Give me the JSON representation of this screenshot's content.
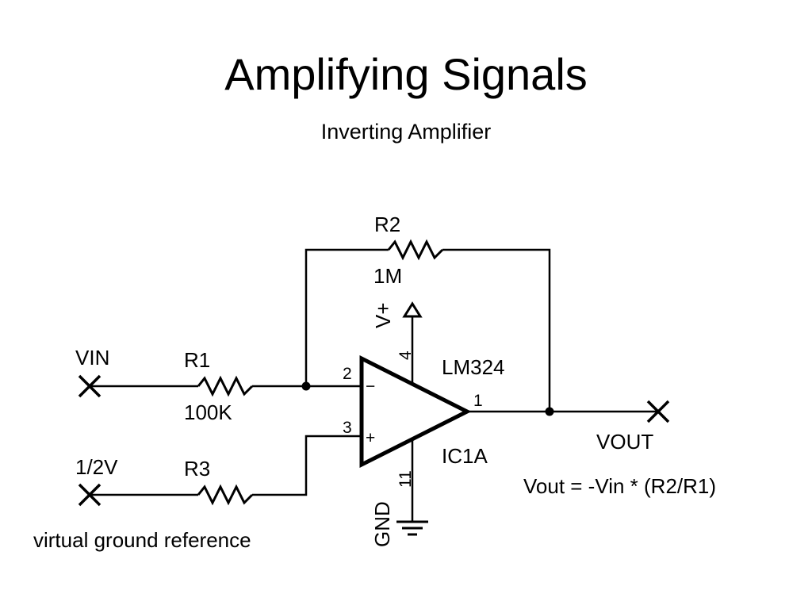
{
  "title": "Amplifying Signals",
  "subtitle": "Inverting Amplifier",
  "components": {
    "r1": {
      "name": "R1",
      "value": "100K"
    },
    "r2": {
      "name": "R2",
      "value": "1M"
    },
    "r3": {
      "name": "R3"
    },
    "opamp": {
      "part": "LM324",
      "ref": "IC1A"
    }
  },
  "pins": {
    "inverting": "2",
    "non_inverting": "3",
    "output": "1",
    "vplus": "4",
    "gnd": "11",
    "minus_sign": "−",
    "plus_sign": "+"
  },
  "nets": {
    "vin": "VIN",
    "half_v": "1/2V",
    "vout": "VOUT",
    "vplus": "V+",
    "gnd": "GND"
  },
  "annotations": {
    "virtual_ground": "virtual ground reference",
    "formula": "Vout = -Vin * (R2/R1)"
  }
}
